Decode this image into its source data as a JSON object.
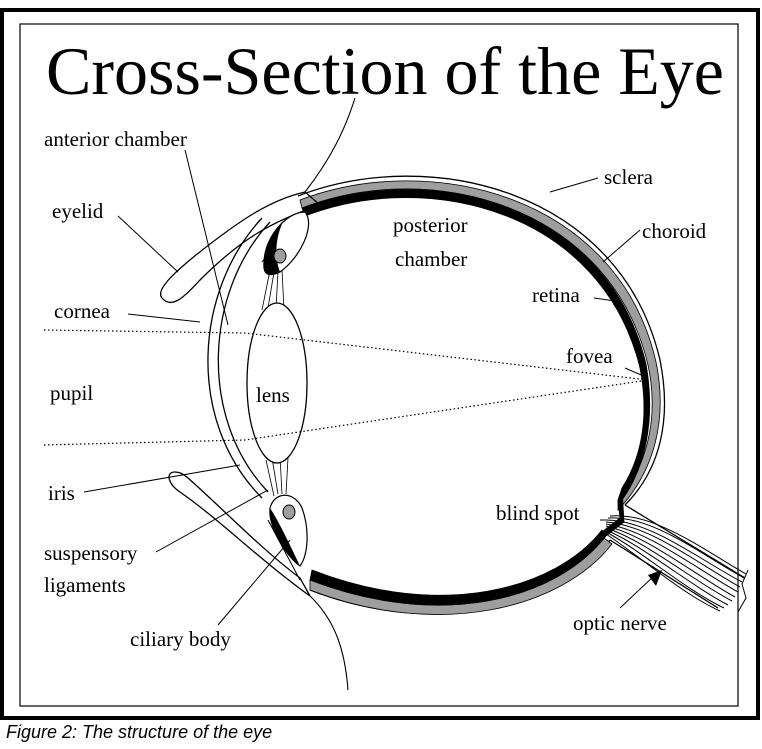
{
  "title": "Cross-Section of the Eye",
  "caption": "Figure 2: The structure of the eye",
  "labels": {
    "anterior_chamber": "anterior chamber",
    "eyelid": "eyelid",
    "cornea": "cornea",
    "pupil": "pupil",
    "iris": "iris",
    "suspensory_1": "suspensory",
    "suspensory_2": "ligaments",
    "ciliary_body": "ciliary body",
    "lens": "lens",
    "posterior_1": "posterior",
    "posterior_2": "chamber",
    "sclera": "sclera",
    "choroid": "choroid",
    "retina": "retina",
    "fovea": "fovea",
    "blind_spot": "blind spot",
    "optic_nerve": "optic nerve"
  },
  "colors": {
    "line": "#000000",
    "choroid_fill": "#9e9e9e",
    "background": "#ffffff"
  }
}
